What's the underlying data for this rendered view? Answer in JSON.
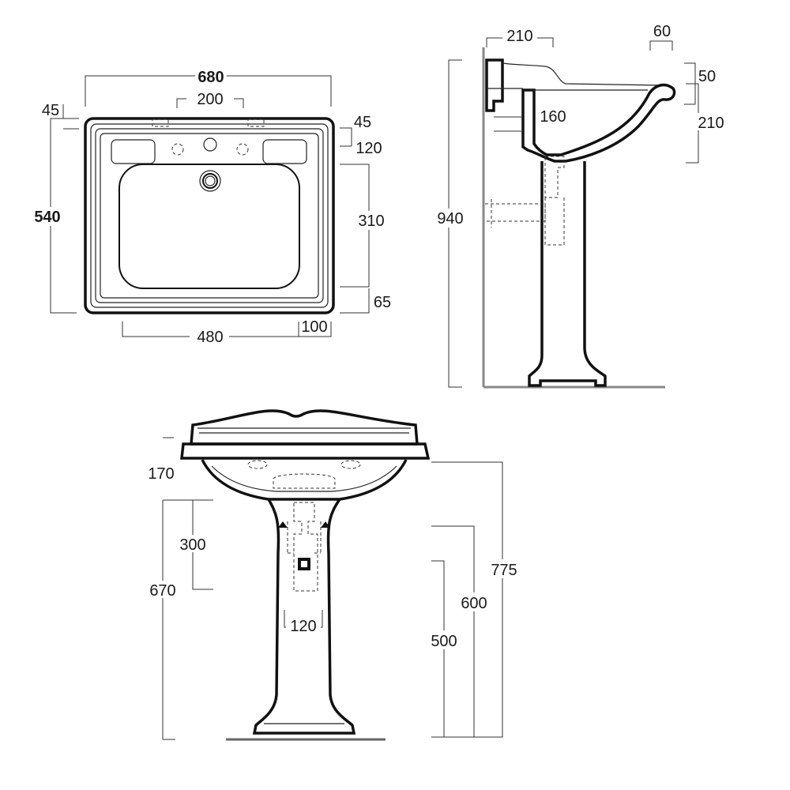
{
  "top_view": {
    "width": "680",
    "depth": "540",
    "tap_spacing": "200",
    "left_margin": "45",
    "right_margin": "45",
    "back_offset": "120",
    "bowl_length": "310",
    "front_offset": "65",
    "bowl_width": "480",
    "right_side": "100"
  },
  "side_view": {
    "wall_to_overflow": "210",
    "front_lip": "60",
    "rim_thickness": "50",
    "bowl_depth_front": "210",
    "bowl_depth_inner": "160",
    "total_height": "940"
  },
  "front_view": {
    "rim_height": "170",
    "pedestal_cover_height": "300",
    "pedestal_height": "670",
    "pedestal_width": "120",
    "fixing_height_1": "775",
    "fixing_height_2": "600",
    "fixing_height_3": "500"
  }
}
